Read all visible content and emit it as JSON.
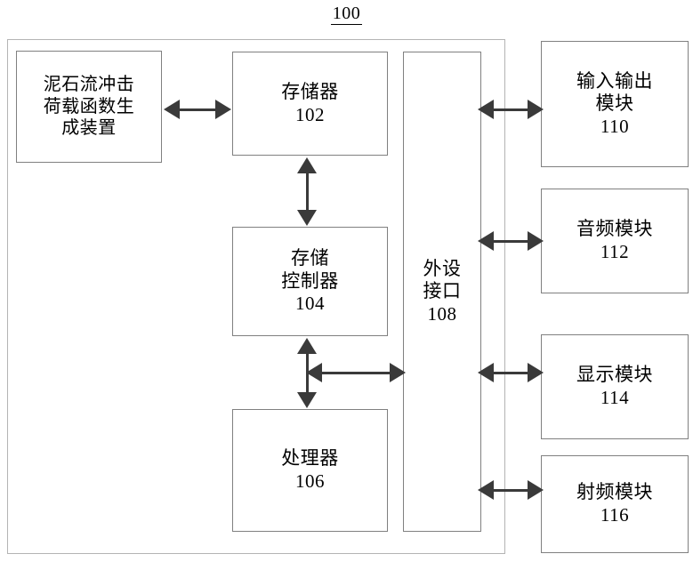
{
  "figure": {
    "number": "100",
    "underlined": true
  },
  "colors": {
    "background": "#ffffff",
    "box_border": "#808080",
    "container_border": "#b4b4b4",
    "arrow": "#3a3a3a",
    "text": "#000000"
  },
  "system_container": {
    "name": "system-boundary"
  },
  "blocks": {
    "generator": {
      "label": "泥石流冲击\n荷载函数生\n成装置",
      "ref": ""
    },
    "memory": {
      "label": "存储器",
      "ref": "102"
    },
    "memory_controller": {
      "label": "存储\n控制器",
      "ref": "104"
    },
    "processor": {
      "label": "处理器",
      "ref": "106"
    },
    "peripheral_interface": {
      "label": "外设\n接口",
      "ref": "108"
    },
    "io_module": {
      "label": "输入输出\n模块",
      "ref": "110"
    },
    "audio_module": {
      "label": "音频模块",
      "ref": "112"
    },
    "display_module": {
      "label": "显示模块",
      "ref": "114"
    },
    "rf_module": {
      "label": "射频模块",
      "ref": "116"
    }
  },
  "connections": [
    {
      "id": "generator-memory",
      "from": "泥石流冲击荷载函数生成装置",
      "to": "存储器 102",
      "style": "double-arrow",
      "orientation": "horizontal"
    },
    {
      "id": "memory-memory_controller",
      "from": "存储器 102",
      "to": "存储控制器 104",
      "style": "double-arrow",
      "orientation": "vertical"
    },
    {
      "id": "memory_controller-processor",
      "from": "存储控制器 104",
      "to": "处理器 106",
      "style": "double-arrow",
      "orientation": "vertical"
    },
    {
      "id": "bus-peripheral_interface",
      "from": "存储控制器 104 / 处理器 106",
      "to": "外设接口 108",
      "style": "double-arrow",
      "orientation": "horizontal"
    },
    {
      "id": "peripheral-io",
      "from": "外设接口 108",
      "to": "输入输出模块 110",
      "style": "double-arrow",
      "orientation": "horizontal"
    },
    {
      "id": "peripheral-audio",
      "from": "外设接口 108",
      "to": "音频模块 112",
      "style": "double-arrow",
      "orientation": "horizontal"
    },
    {
      "id": "peripheral-display",
      "from": "外设接口 108",
      "to": "显示模块 114",
      "style": "double-arrow",
      "orientation": "horizontal"
    },
    {
      "id": "peripheral-rf",
      "from": "外设接口 108",
      "to": "射频模块 116",
      "style": "double-arrow",
      "orientation": "horizontal"
    }
  ]
}
